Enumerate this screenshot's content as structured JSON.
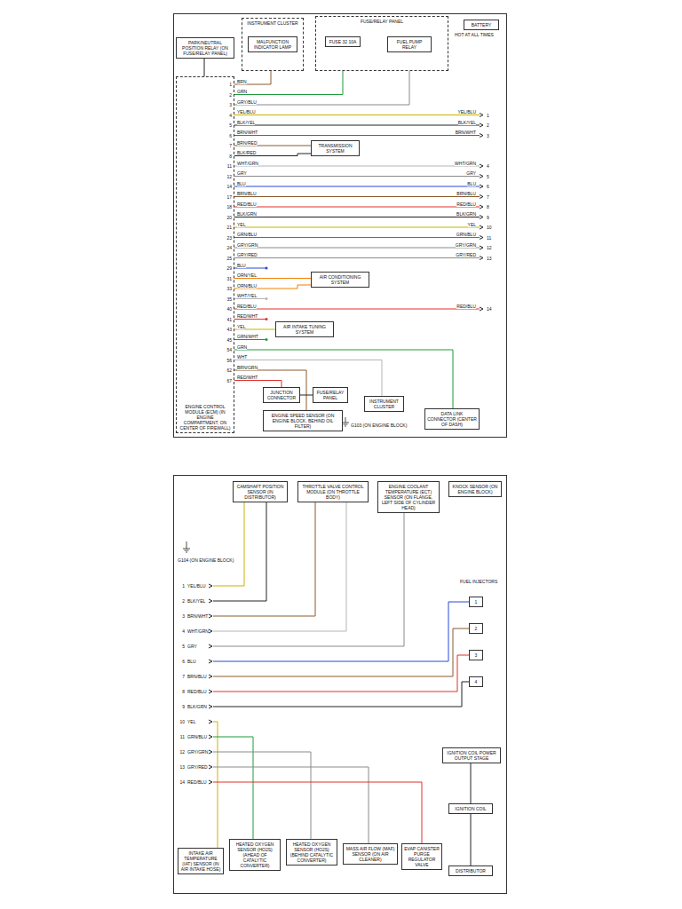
{
  "diagram": {
    "nodes": [
      {
        "text": [
          "PARK/NEUTRAL POSITION RELAY (ON FUSE/RELAY PANEL)"
        ]
      },
      {
        "text": [
          "INSTRUMENT CLUSTER"
        ]
      },
      {
        "text": [
          "MALFUNCTION INDICATOR LAMP"
        ],
        "in": 1
      },
      {
        "text": [
          "FUSE/RELAY PANEL"
        ]
      },
      {
        "text": [
          "FUSE 32 10A"
        ],
        "in": 3
      },
      {
        "text": [
          "FUEL PUMP RELAY"
        ],
        "in": 3
      },
      {
        "text": [
          "BATTERY"
        ]
      },
      {
        "text": [
          "ENGINE CONTROL MODULE (ECM) (IN ENGINE COMPARTMENT, ON CENTER OF FIREWALL)"
        ]
      },
      {
        "text": [
          "TRANSMISSION SYSTEM"
        ]
      },
      {
        "text": [
          "AIR CONDITIONING SYSTEM"
        ]
      },
      {
        "text": [
          "AIR INTAKE TUNING SYSTEM"
        ]
      },
      {
        "text": [
          "JUNCTION CONNECTOR"
        ]
      },
      {
        "text": [
          "FUSE/RELAY PANEL"
        ]
      },
      {
        "text": [
          "ENGINE SPEED SENSOR (ON ENGINE BLOCK, BEHIND OIL FILTER)"
        ]
      },
      {
        "text": [
          "INSTRUMENT CLUSTER"
        ]
      },
      {
        "text": [
          "DATA LINK CONNECTOR (CENTER OF DASH)"
        ]
      },
      {
        "text": [
          "CAMSHAFT POSITION SENSOR (IN DISTRIBUTOR)"
        ]
      },
      {
        "text": [
          "THROTTLE VALVE CONTROL MODULE (ON THROTTLE BODY)"
        ]
      },
      {
        "text": [
          "ENGINE COOLANT TEMPERATURE (ECT) SENSOR (ON FLANGE, LEFT SIDE OF CYLINDER HEAD)"
        ]
      },
      {
        "text": [
          "KNOCK SENSOR (ON ENGINE BLOCK)"
        ]
      },
      {
        "text": [
          "1"
        ]
      },
      {
        "text": [
          "2"
        ]
      },
      {
        "text": [
          "3"
        ]
      },
      {
        "text": [
          "4"
        ]
      },
      {
        "text": [
          "IGNITION COIL POWER OUTPUT STAGE"
        ]
      },
      {
        "text": [
          "IGNITION COIL"
        ]
      },
      {
        "text": [
          "DISTRIBUTOR"
        ]
      },
      {
        "text": [
          "INTAKE AIR TEMPERATURE (IAT) SENSOR (IN AIR INTAKE HOSE)"
        ]
      },
      {
        "text": [
          "HEATED OXYGEN SENSOR (HO2S) (AHEAD OF CATALYTIC CONVERTER)"
        ]
      },
      {
        "text": [
          "HEATED OXYGEN SENSOR (HO2S) (BEHIND CATALYTIC CONVERTER)"
        ]
      },
      {
        "text": [
          "MASS AIR FLOW (MAF) SENSOR (ON AIR CLEANER)"
        ]
      },
      {
        "text": [
          "EVAP CANISTER PURGE REGULATOR VALVE"
        ]
      }
    ],
    "edges": [
      {
        "from": 7,
        "to": 1,
        "arrow": "none"
      },
      {
        "from": 7,
        "to": 4,
        "arrow": "none"
      },
      {
        "from": 7,
        "to": 5,
        "arrow": "none"
      },
      {
        "from": 7,
        "to": 0,
        "arrow": "none"
      },
      {
        "from": 7,
        "to": 8,
        "arrow": "none"
      },
      {
        "from": 7,
        "to": 8,
        "arrow": "none"
      },
      {
        "from": 7,
        "to": 9,
        "arrow": "none"
      },
      {
        "from": 7,
        "to": 9,
        "arrow": "none"
      },
      {
        "from": 7,
        "to": 10,
        "arrow": "none"
      },
      {
        "from": 7,
        "to": 15,
        "arrow": "none"
      },
      {
        "from": 7,
        "to": 14,
        "arrow": "none"
      },
      {
        "from": 7,
        "to": 13,
        "arrow": "none"
      },
      {
        "from": 7,
        "to": 11,
        "arrow": "none"
      },
      {
        "from": 11,
        "to": 12,
        "arrow": "none"
      },
      {
        "from": 24,
        "to": 25,
        "arrow": "none"
      },
      {
        "from": 25,
        "to": 26,
        "arrow": "none"
      }
    ],
    "labels": [
      "1",
      "2",
      "3",
      "4",
      "5",
      "6",
      "7",
      "8",
      "11",
      "12",
      "14",
      "17",
      "18",
      "20",
      "21",
      "23",
      "24",
      "25",
      "29",
      "31",
      "33",
      "35",
      "40",
      "41",
      "43",
      "45",
      "54",
      "56",
      "62",
      "67",
      "BRN",
      "GRN",
      "GRY/BLU",
      "YEL/BLU",
      "BLK/YEL",
      "BRN/WHT",
      "BRN/RED",
      "BLK/RED",
      "WHT/GRN",
      "GRY",
      "BLU",
      "BRN/BLU",
      "RED/BLU",
      "BLK/GRN",
      "YEL",
      "GRN/BLU",
      "GRY/GRN",
      "GRY/RED",
      "BLU",
      "ORN/YEL",
      "ORN/BLU",
      "WHT/YEL",
      "RED/BLU",
      "RED/WHT",
      "YEL",
      "GRN/WHT",
      "GRN",
      "WHT",
      "BRN/GRN",
      "RED/WHT",
      "YEL/BLU",
      "BLK/YEL",
      "BRN/WHT",
      "WHT/GRN",
      "GRY",
      "BLU",
      "BRN/BLU",
      "RED/BLU",
      "BLK/GRN",
      "YEL",
      "GRN/BLU",
      "GRY/GRN",
      "GRY/RED",
      "RED/BLU",
      "1",
      "2",
      "3",
      "4",
      "5",
      "6",
      "7",
      "8",
      "9",
      "10",
      "11",
      "12",
      "13",
      "14",
      "YEL/BLU",
      "BLK/YEL",
      "BRN/WHT",
      "WHT/GRN",
      "GRY",
      "BLU",
      "BRN/BLU",
      "RED/BLU",
      "BLK/GRN",
      "YEL",
      "GRN/BLU",
      "GRY/GRN",
      "GRY/RED",
      "RED/BLU",
      "1",
      "2",
      "3",
      "4",
      "5",
      "6",
      "7",
      "8",
      "9",
      "10",
      "11",
      "12",
      "13",
      "14",
      "G103 (ON ENGINE BLOCK)",
      "HOT AT ALL TIMES",
      "FUEL INJECTORS",
      "G104 (ON ENGINE BLOCK)"
    ]
  }
}
